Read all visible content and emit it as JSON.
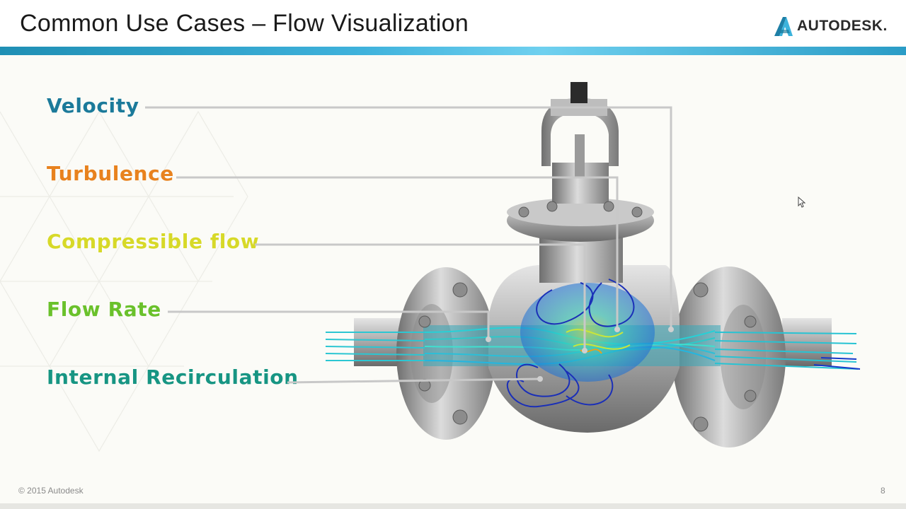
{
  "header": {
    "title": "Common Use Cases – Flow Visualization",
    "logo_text": "AUTODESK."
  },
  "labels": [
    {
      "text": "Velocity",
      "color": "#1b7a9a"
    },
    {
      "text": "Turbulence",
      "color": "#e8821e"
    },
    {
      "text": "Compressible flow",
      "color": "#d7d928"
    },
    {
      "text": "Flow Rate",
      "color": "#6ac12b"
    },
    {
      "text": "Internal Recirculation",
      "color": "#179583"
    }
  ],
  "footer": {
    "copyright": "© 2015 Autodesk",
    "page_number": "8"
  },
  "colors": {
    "accent_bar": "#3fb2dc",
    "logo_mark": "#2a9cc6"
  }
}
